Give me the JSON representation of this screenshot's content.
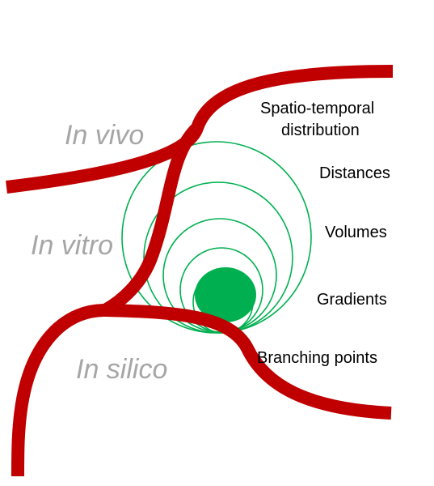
{
  "colors": {
    "vessel": "#c00000",
    "rings": "#00b050",
    "core": "#00b050",
    "context_labels": "#a6a6a6",
    "feature_labels": "#000000"
  },
  "contexts": {
    "in_vivo": "In vivo",
    "in_vitro": "In vitro",
    "in_silico": "In silico"
  },
  "features": {
    "spatio_temporal_line1": "Spatio-temporal",
    "spatio_temporal_line2": "distribution",
    "distances": "Distances",
    "volumes": "Volumes",
    "gradients": "Gradients",
    "branching_points": "Branching points"
  }
}
